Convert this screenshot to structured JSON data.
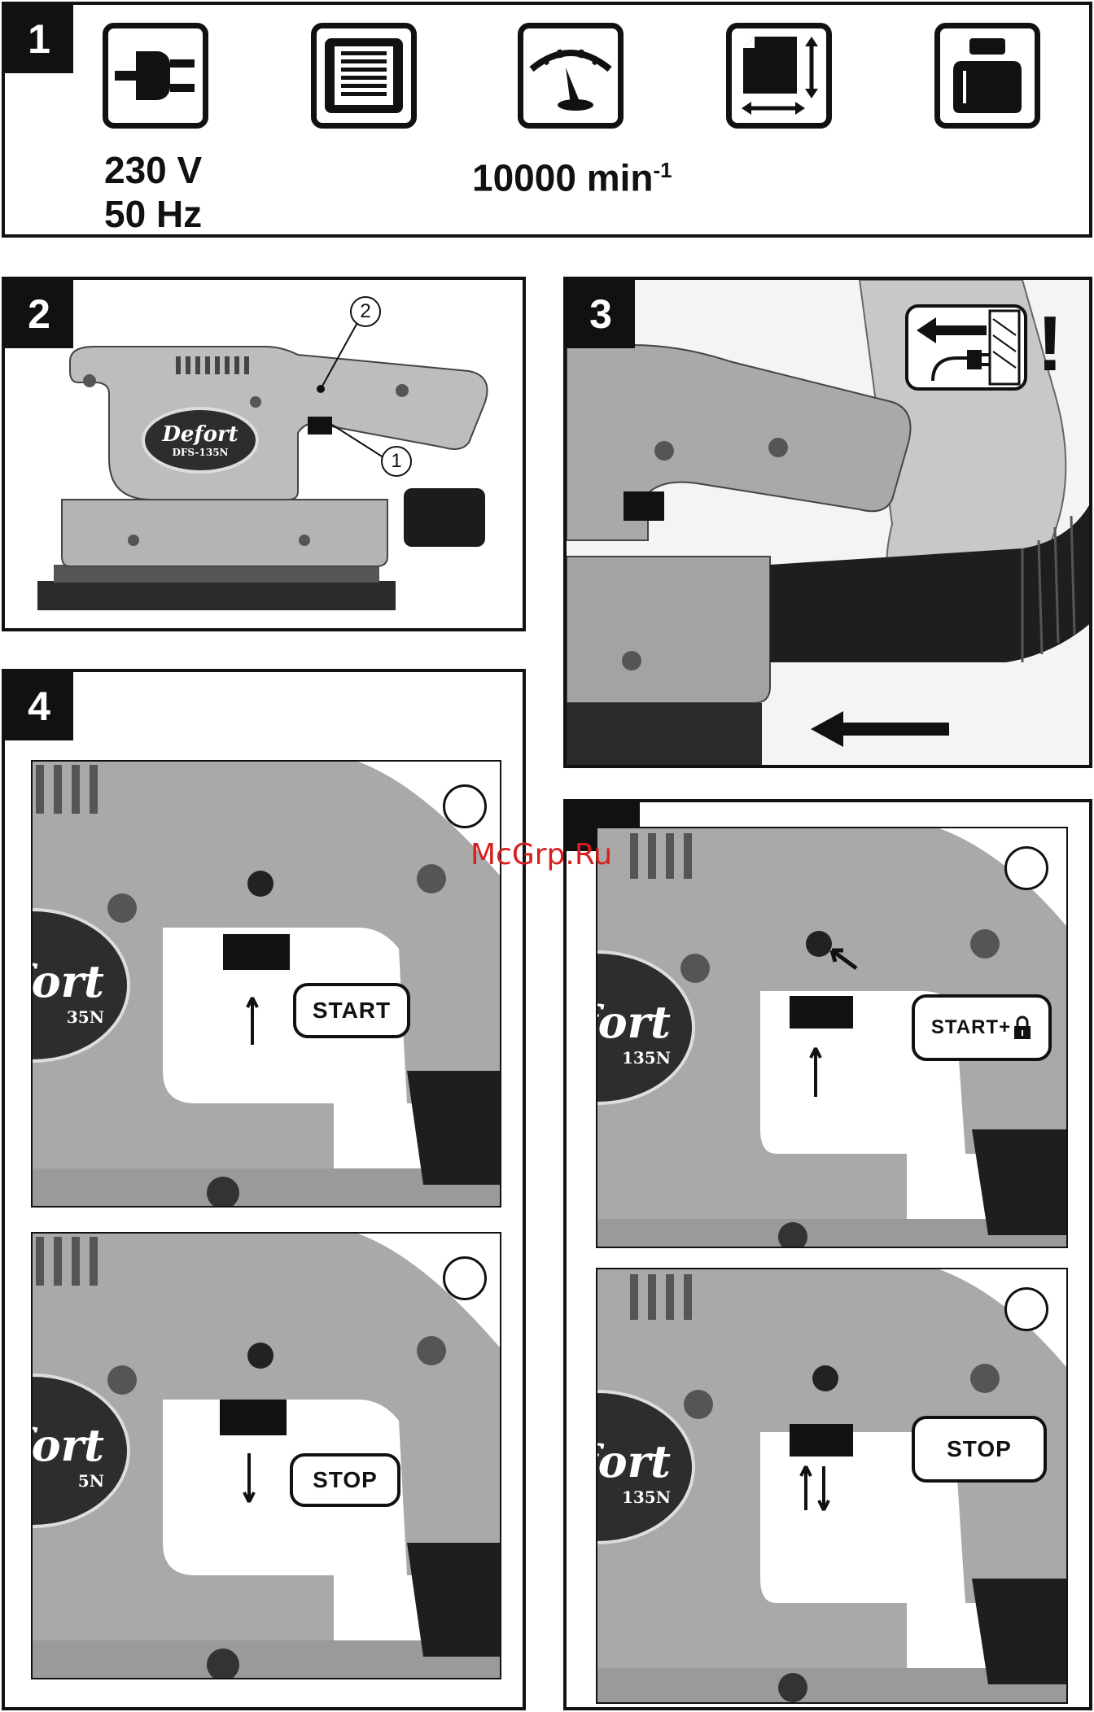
{
  "panel1": {
    "number": "1",
    "voltage": "230 V",
    "frequency": "50 Hz",
    "speed": "10000 min",
    "speed_sup": "-1",
    "icons": [
      "plug-icon",
      "sanding-pad-icon",
      "speed-gauge-icon",
      "pad-dimensions-icon",
      "weight-icon"
    ]
  },
  "panel2": {
    "number": "2",
    "callout_1": "1",
    "callout_2": "2",
    "brand": "Defort",
    "model": "DFS-135N"
  },
  "panel3": {
    "number": "3",
    "warning": "!"
  },
  "panel4": {
    "number": "4",
    "start_label": "START",
    "stop_label": "STOP",
    "brand_fragment": "fort",
    "model_fragment_top": "35N",
    "model_fragment_bottom": "5N"
  },
  "panel5": {
    "start_lock_label": "START+",
    "stop_label": "STOP",
    "brand_fragment": "fort",
    "model_fragment": "135N"
  },
  "watermark": "McGrp.Ru"
}
